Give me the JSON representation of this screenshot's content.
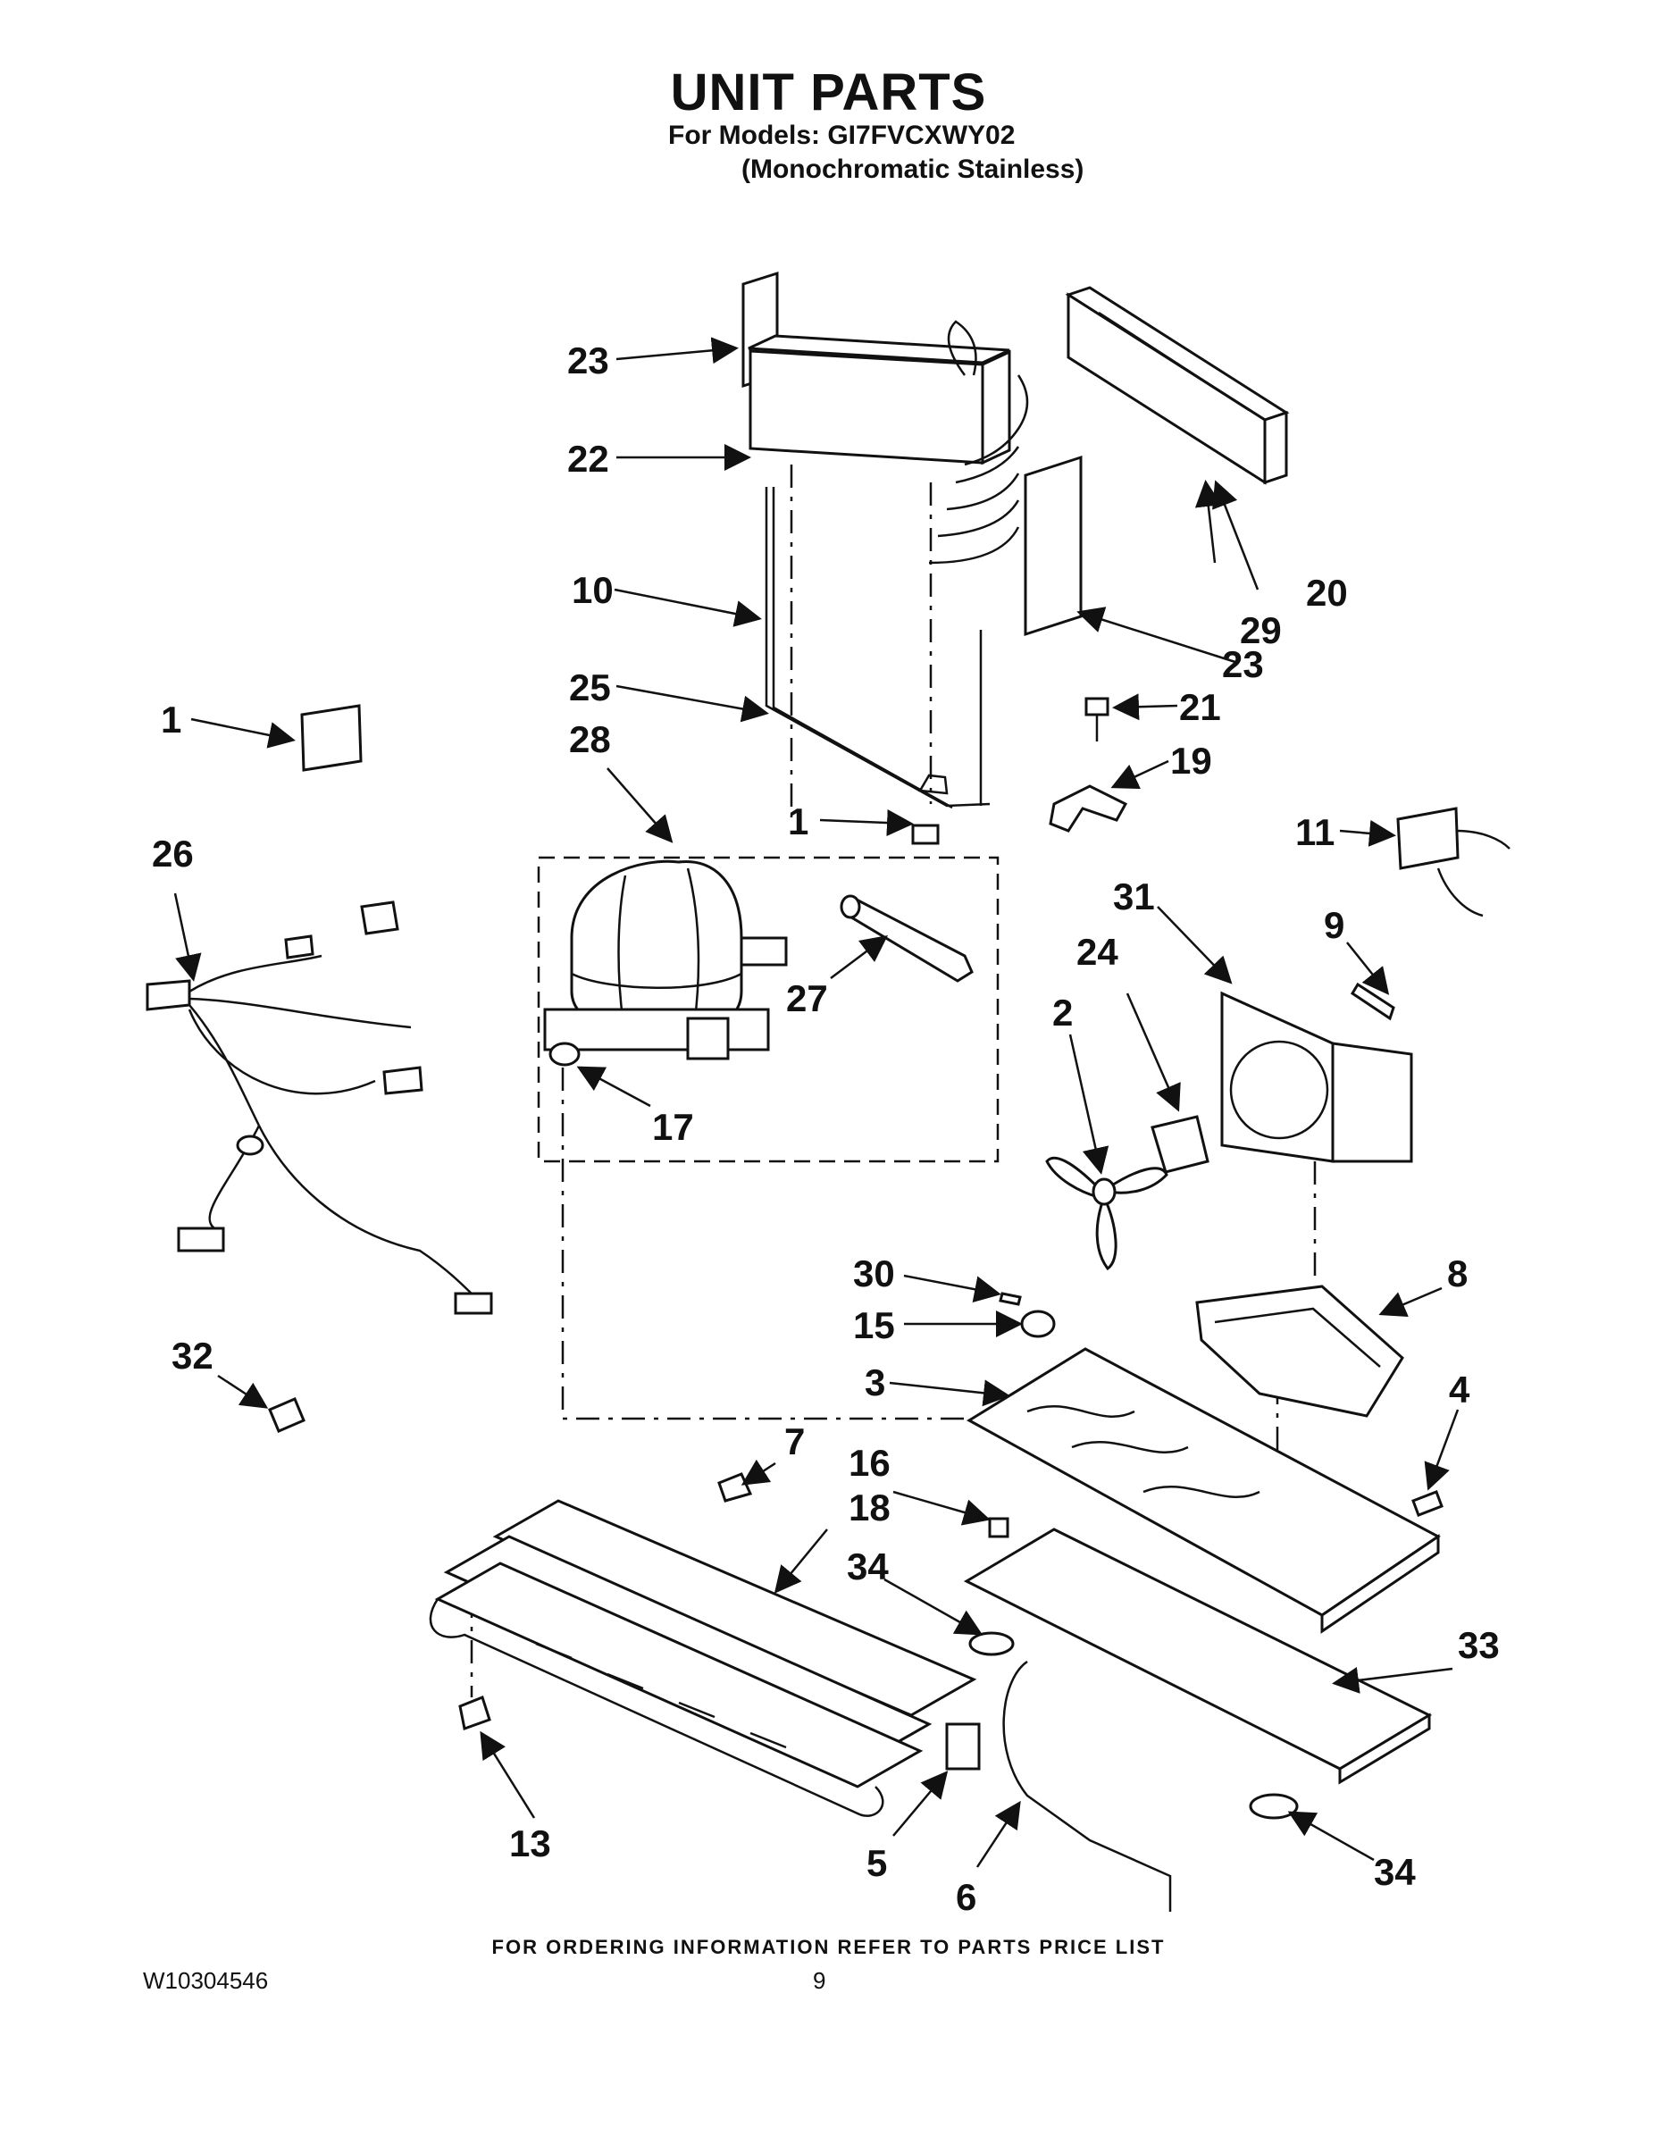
{
  "page": {
    "title": "UNIT PARTS",
    "models_line": "For Models: GI7FVCXWY02",
    "variant_line": "(Monochromatic Stainless)",
    "footer_note": "FOR ORDERING INFORMATION REFER TO PARTS PRICE LIST",
    "doc_number": "W10304546",
    "page_number": "9"
  },
  "callouts": {
    "c23a": "23",
    "c22": "22",
    "c10": "10",
    "c25": "25",
    "c28": "28",
    "c20": "20",
    "c29": "29",
    "c23b": "23",
    "c21": "21",
    "c19": "19",
    "c1a": "1",
    "c1b": "1",
    "c26": "26",
    "c11": "11",
    "c31": "31",
    "c9": "9",
    "c24": "24",
    "c2": "2",
    "c27": "27",
    "c17": "17",
    "c8": "8",
    "c30": "30",
    "c15": "15",
    "c3": "3",
    "c4": "4",
    "c32": "32",
    "c7": "7",
    "c16": "16",
    "c18": "18",
    "c34a": "34",
    "c33": "33",
    "c13": "13",
    "c5": "5",
    "c6": "6",
    "c34b": "34"
  }
}
